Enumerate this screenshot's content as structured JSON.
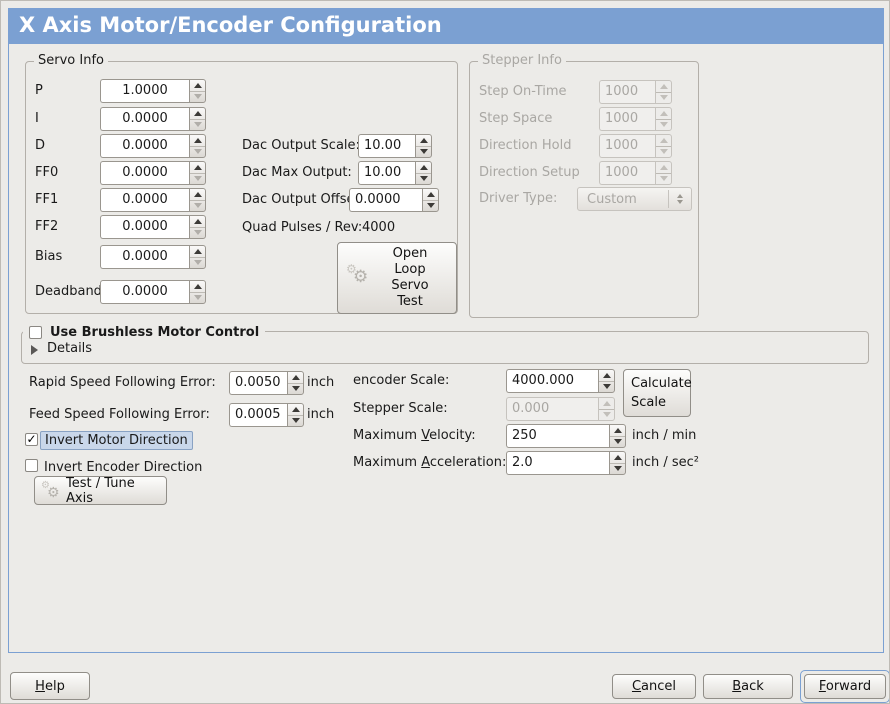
{
  "window_title": "X Axis Motor/Encoder Configuration",
  "servo": {
    "legend": "Servo Info",
    "rows": [
      {
        "label": "P",
        "value": "1.0000"
      },
      {
        "label": "I",
        "value": "0.0000"
      },
      {
        "label": "D",
        "value": "0.0000"
      },
      {
        "label": "FF0",
        "value": "0.0000"
      },
      {
        "label": "FF1",
        "value": "0.0000"
      },
      {
        "label": "FF2",
        "value": "0.0000"
      },
      {
        "label": "Bias",
        "value": "0.0000"
      },
      {
        "label": "Deadband",
        "value": "0.0000"
      }
    ],
    "dac_rows": [
      {
        "label": "Dac Output Scale:",
        "value": "10.00"
      },
      {
        "label": "Dac Max Output:",
        "value": "10.00"
      },
      {
        "label": "Dac Output Offset:",
        "value": "0.0000"
      }
    ],
    "quad": {
      "label": "Quad Pulses / Rev:",
      "value": "4000"
    },
    "open_loop_button": "Open\nLoop\nServo\nTest"
  },
  "stepper": {
    "legend": "Stepper Info",
    "rows": [
      {
        "label": "Step On-Time",
        "value": "1000"
      },
      {
        "label": "Step Space",
        "value": "1000"
      },
      {
        "label": "Direction Hold",
        "value": "1000"
      },
      {
        "label": "Direction Setup",
        "value": "1000"
      }
    ],
    "driver_type": {
      "label": "Driver Type:",
      "value": "Custom"
    }
  },
  "brushless": {
    "checkbox_label": "Use Brushless Motor Control",
    "check": "",
    "details_label": "Details"
  },
  "following_error": {
    "rapid": {
      "label": "Rapid Speed Following Error:",
      "value": "0.0050",
      "unit": "inch"
    },
    "feed": {
      "label": "Feed Speed Following Error:",
      "value": "0.0005",
      "unit": "inch"
    }
  },
  "scales": {
    "encoder": {
      "label": "encoder Scale:",
      "value": "4000.000"
    },
    "calculate_button": "Calculate\nScale",
    "stepper": {
      "label": "Stepper Scale:",
      "value": "0.000"
    },
    "max_velocity": {
      "pre": "Maximum ",
      "mn": "V",
      "post": "elocity:",
      "value": "250",
      "unit": "inch / min"
    },
    "max_accel": {
      "pre": "Maximum ",
      "mn": "A",
      "post": "cceleration:",
      "value": "2.0",
      "unit": "inch / sec²"
    }
  },
  "direction": {
    "invert_motor": {
      "label": "Invert Motor Direction",
      "check": "✓"
    },
    "invert_encoder": {
      "label": "Invert Encoder Direction",
      "check": ""
    },
    "test_tune_button": "Test / Tune Axis"
  },
  "footer": {
    "help": {
      "mn": "H",
      "post": "elp"
    },
    "cancel": {
      "mn": "C",
      "post": "ancel"
    },
    "back": {
      "mn": "B",
      "post": "ack"
    },
    "forward": {
      "mn": "F",
      "post": "orward"
    }
  },
  "colors": {
    "titlebar_blue": "#7BA0D2",
    "focus_highlight": "#C9D7EA",
    "window_bg": "#ECEBE8"
  }
}
